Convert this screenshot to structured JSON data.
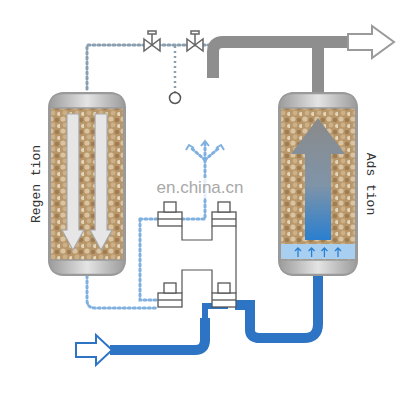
{
  "diagram": {
    "nodes": [
      {
        "text": [
          "Regen tion"
        ]
      },
      {
        "text": [
          "Ads tion"
        ]
      }
    ],
    "edges": [
      {
        "from": 1,
        "to": 0,
        "arrow": "none"
      }
    ],
    "labels": [
      "en.china.cn"
    ]
  }
}
